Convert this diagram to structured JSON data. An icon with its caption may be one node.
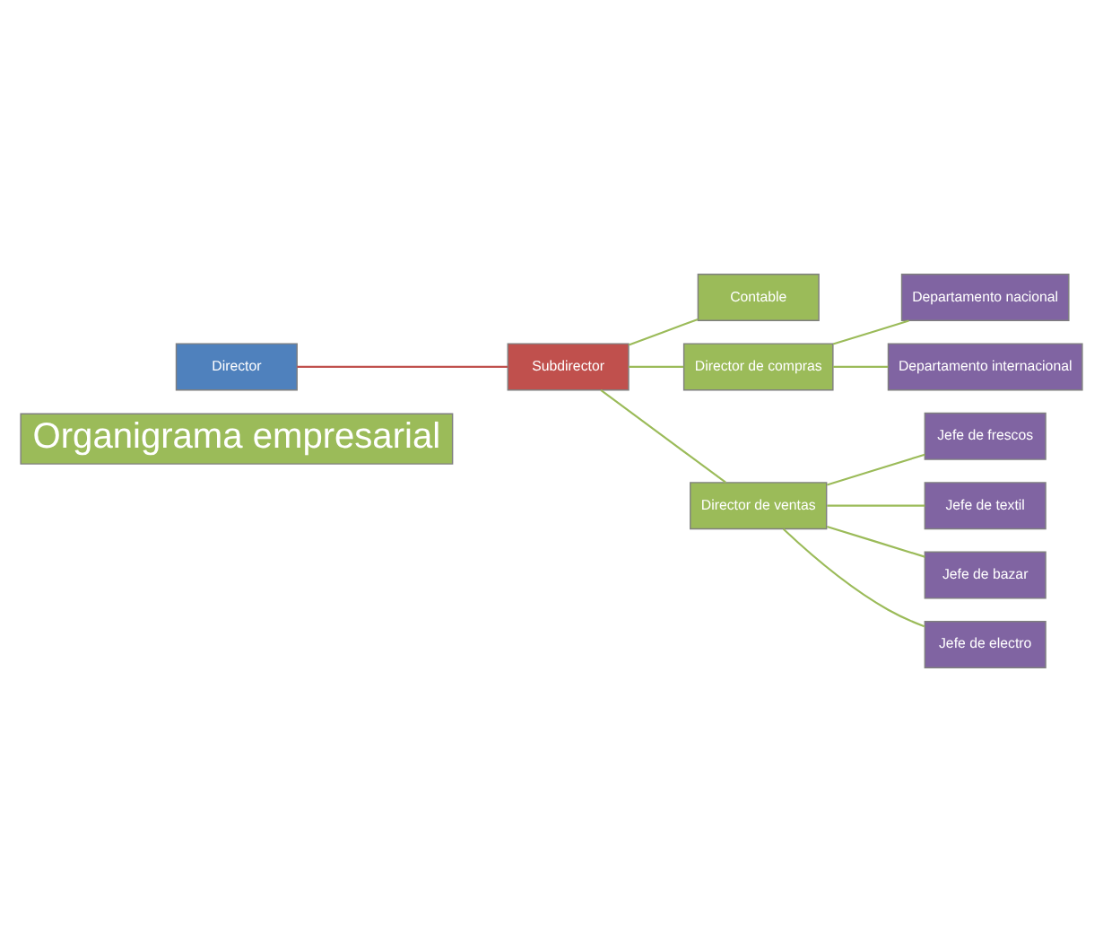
{
  "diagram": {
    "nodes": [
      {
        "text": [
          "Director"
        ]
      },
      {
        "text": [
          "Subdirector"
        ]
      },
      {
        "text": [
          "Contable"
        ]
      },
      {
        "text": [
          "Director de compras"
        ]
      },
      {
        "text": [
          "Departamento nacional"
        ]
      },
      {
        "text": [
          "Departamento internacional"
        ]
      },
      {
        "text": [
          "Director de ventas"
        ]
      },
      {
        "text": [
          "Jefe de frescos"
        ]
      },
      {
        "text": [
          "Jefe de textil"
        ]
      },
      {
        "text": [
          "Jefe de bazar"
        ]
      },
      {
        "text": [
          "Jefe de electro"
        ]
      },
      {
        "text": [
          "Organigrama empresarial"
        ]
      }
    ],
    "edges": [
      {
        "from": 0,
        "to": 1,
        "arrow": "none",
        "color": "#c0504d"
      },
      {
        "from": 1,
        "to": 2,
        "arrow": "none"
      },
      {
        "from": 1,
        "to": 3,
        "arrow": "none"
      },
      {
        "from": 1,
        "to": 6,
        "arrow": "none"
      },
      {
        "from": 3,
        "to": 4,
        "arrow": "none"
      },
      {
        "from": 3,
        "to": 5,
        "arrow": "none"
      },
      {
        "from": 6,
        "to": 7,
        "arrow": "none"
      },
      {
        "from": 6,
        "to": 8,
        "arrow": "none"
      },
      {
        "from": 6,
        "to": 9,
        "arrow": "none"
      },
      {
        "from": 6,
        "to": 10,
        "arrow": "none"
      }
    ]
  }
}
